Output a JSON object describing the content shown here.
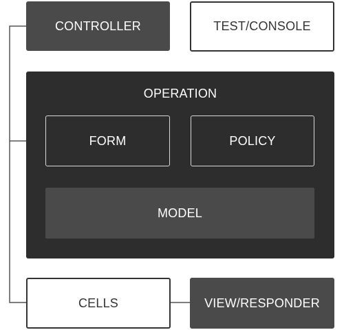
{
  "nodes": {
    "controller": "CONTROLLER",
    "test_console": "TEST/CONSOLE",
    "operation": "OPERATION",
    "form": "FORM",
    "policy": "POLICY",
    "model": "MODEL",
    "cells": "CELLS",
    "view_responder": "VIEW/RESPONDER"
  },
  "colors": {
    "dark_box": "#4a4a4a",
    "container": "#2d2d2d",
    "connector": "#555555",
    "light_border": "#333333"
  }
}
